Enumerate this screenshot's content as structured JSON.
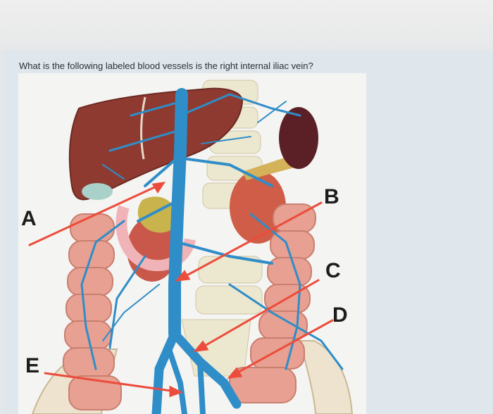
{
  "question": "What is the following labeled blood vessels is the right internal iliac vein?",
  "figure": {
    "labels": {
      "a": "A",
      "b": "B",
      "c": "C",
      "d": "D",
      "e": "E"
    }
  },
  "colors": {
    "liver": "#8e3a30",
    "vein": "#2f8dc8",
    "colon": "#e7a091",
    "spine": "#ece7cf",
    "arrow": "#ec4c3c"
  }
}
